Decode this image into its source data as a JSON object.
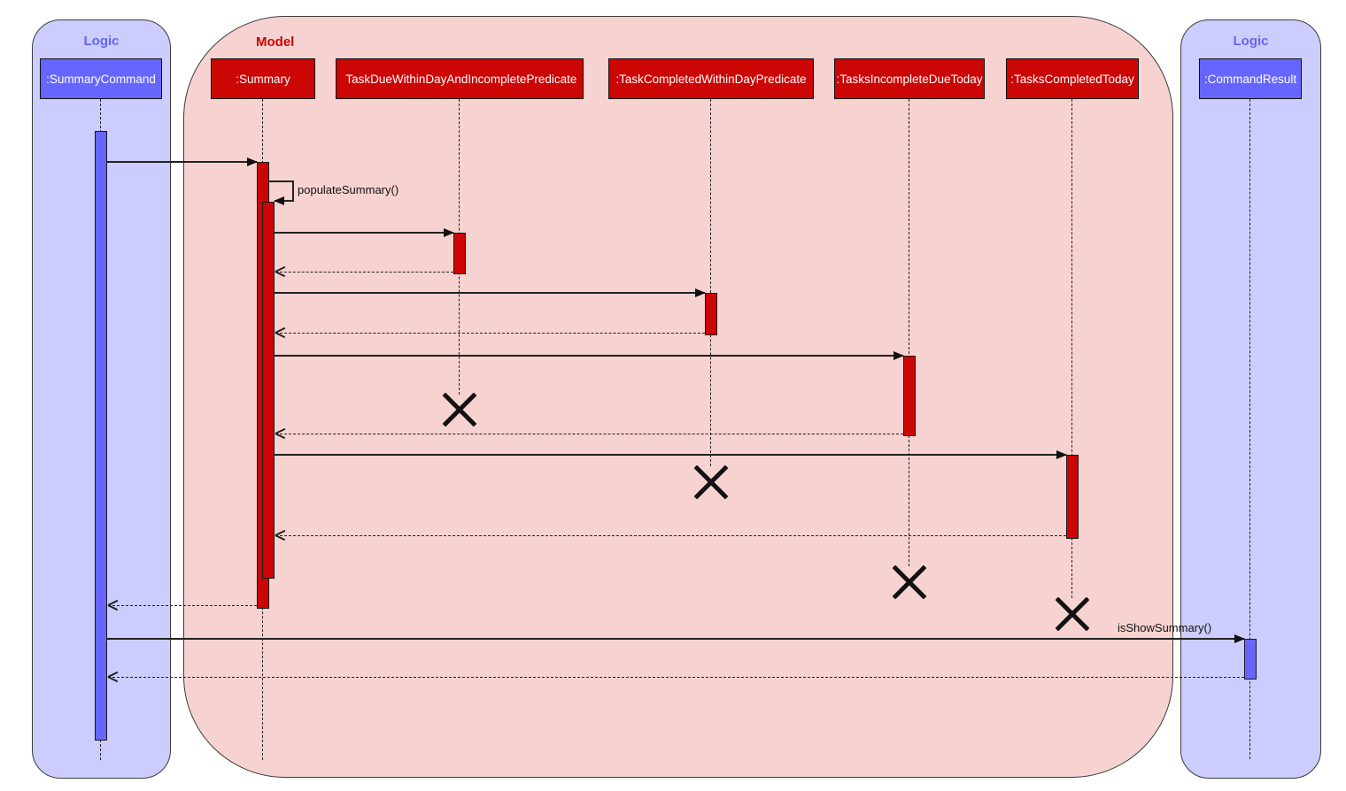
{
  "frames": [
    {
      "title": "Logic"
    },
    {
      "title": "Model"
    },
    {
      "title": "Logic"
    }
  ],
  "participants": [
    {
      "colon": ":",
      "name": "SummaryCommand"
    },
    {
      "colon": ":",
      "name": "Summary"
    },
    {
      "colon": ":",
      "name": "TaskDueWithinDayAndIncompletePredicate"
    },
    {
      "colon": ":",
      "name": "TaskCompletedWithinDayPredicate"
    },
    {
      "colon": ":",
      "name": "TasksIncompleteDueToday"
    },
    {
      "colon": ":",
      "name": "TasksCompletedToday"
    },
    {
      "colon": ":",
      "name": "CommandResult"
    }
  ],
  "messages": {
    "populate_summary": "populateSummary()",
    "is_show_summary": "isShowSummary()"
  },
  "colors": {
    "logic_frame_fill": "#CCCCFF",
    "logic_title": "#6666EE",
    "logic_participant_fill": "#6666FF",
    "model_frame_fill": "#F6D2D0",
    "model_title": "#CC0000",
    "model_participant_fill": "#CC0505",
    "line": "#222222",
    "text_on_participant": "#FFFFFF"
  }
}
